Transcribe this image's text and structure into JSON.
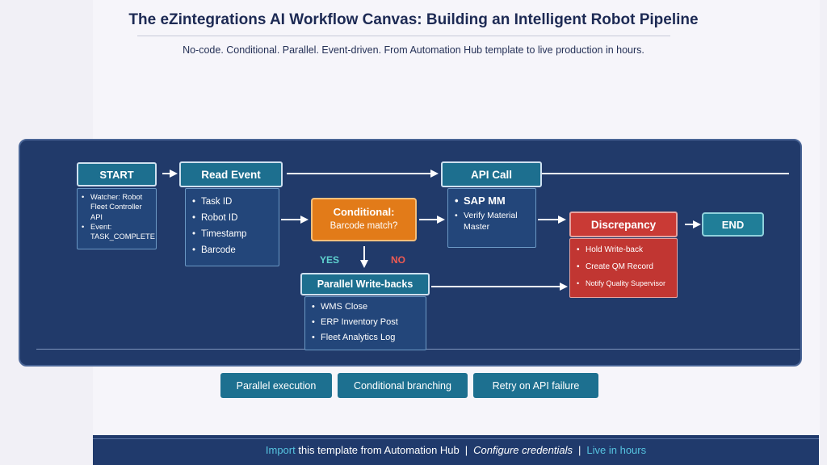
{
  "header": {
    "title": "The eZintegrations AI Workflow Canvas: Building an Intelligent Robot Pipeline",
    "subtitle": "No-code. Conditional. Parallel. Event-driven. From Automation Hub template to live production in hours."
  },
  "nodes": {
    "start": {
      "title": "START",
      "items": [
        "Watcher: Robot Fleet Controller API",
        "Event: TASK_COMPLETE"
      ]
    },
    "read_event": {
      "title": "Read Event",
      "items": [
        "Task ID",
        "Robot ID",
        "Timestamp",
        "Barcode"
      ]
    },
    "conditional": {
      "line1": "Conditional:",
      "line2": "Barcode match?"
    },
    "api_call": {
      "title": "API Call",
      "main": "SAP MM",
      "detail": "Verify Material Master"
    },
    "parallel": {
      "title": "Parallel Write-backs",
      "items": [
        "WMS Close",
        "ERP Inventory Post",
        "Fleet Analytics Log"
      ]
    },
    "discrepancy": {
      "title": "Discrepancy",
      "items": [
        "Hold Write-back",
        "Create QM Record",
        "Notify Quality Supervisor"
      ]
    },
    "end": {
      "title": "END"
    }
  },
  "branches": {
    "yes": "YES",
    "no": "NO"
  },
  "chips": [
    "Parallel execution",
    "Conditional branching",
    "Retry on API failure"
  ],
  "footer": {
    "import_word": "Import",
    "import_rest": " this template from Automation Hub",
    "separator": "|",
    "configure": "Configure credentials",
    "live": "Live in hours"
  },
  "colors": {
    "canvas": "#213a6a",
    "teal": "#1d6f8f",
    "orange": "#e27b19",
    "red": "#c93a35",
    "yes_green": "#5fd2cf",
    "no_red": "#ef5a52"
  }
}
